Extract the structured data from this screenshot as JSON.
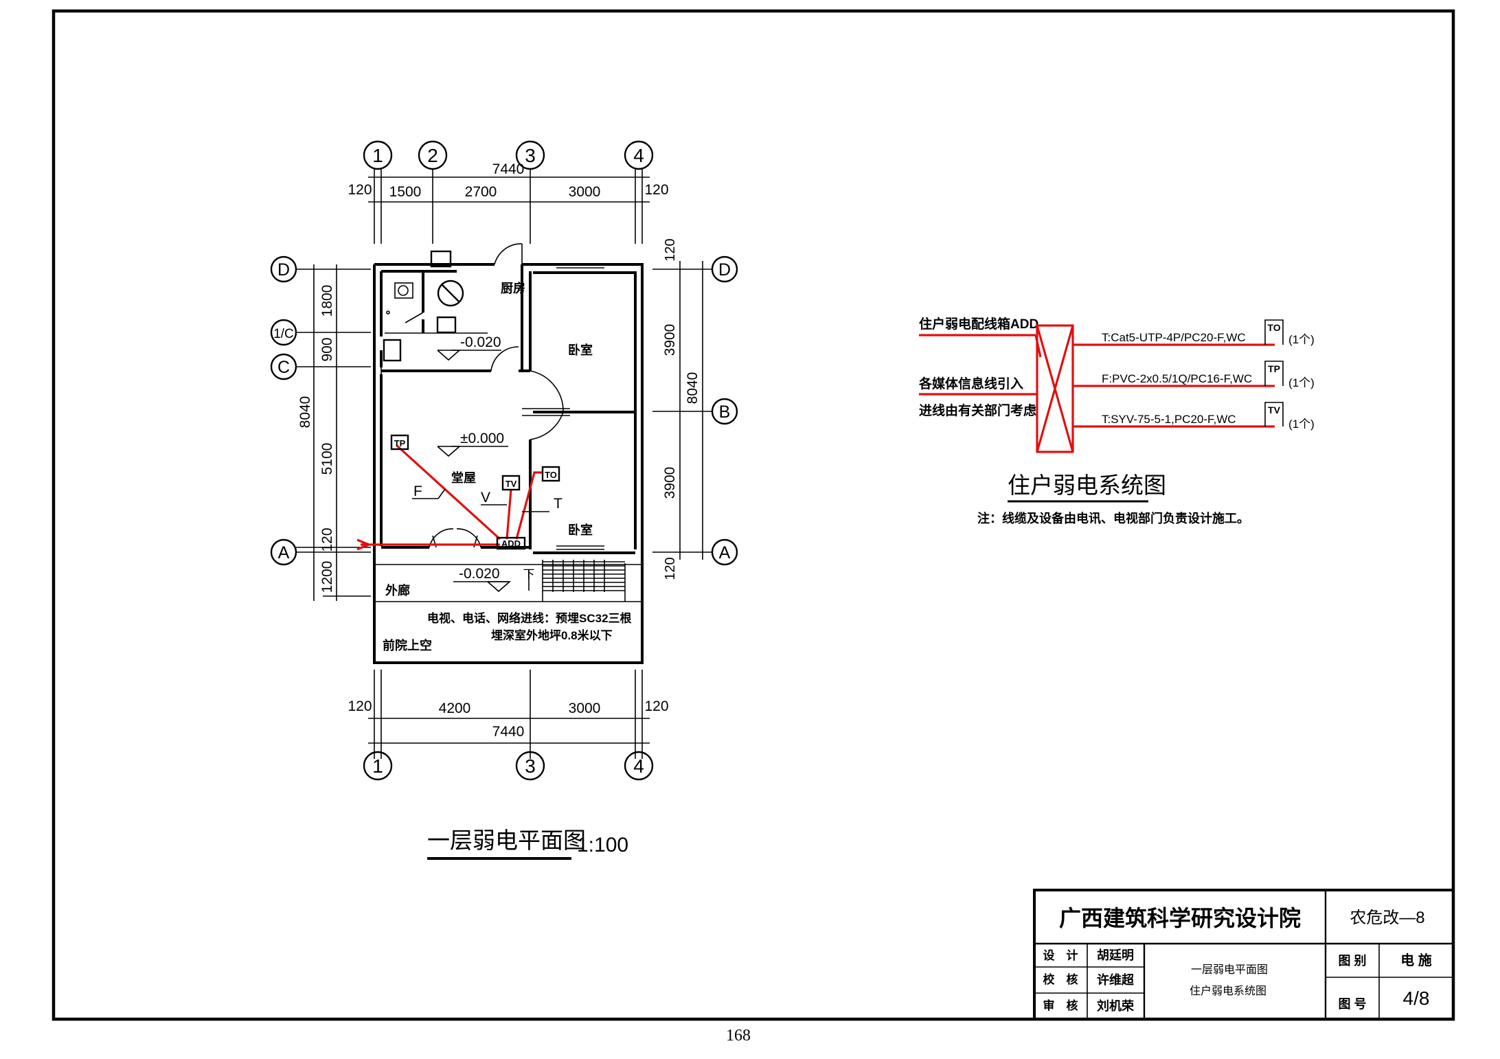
{
  "plan": {
    "axes_top": [
      "1",
      "2",
      "3",
      "4"
    ],
    "axes_bottom": [
      "1",
      "3",
      "4"
    ],
    "axes_left": [
      "D",
      "1/C",
      "C",
      "A"
    ],
    "axes_right": [
      "D",
      "B",
      "A"
    ],
    "dim_top_total": "7440",
    "dim_top_segments": [
      "120",
      "1500",
      "2700",
      "3000",
      "120"
    ],
    "dim_bottom_segments": [
      "120",
      "4200",
      "3000",
      "120"
    ],
    "dim_bottom_total": "7440",
    "dim_left_total": "8040",
    "dim_left_segments": [
      "1800",
      "900",
      "5100",
      "120",
      "1200"
    ],
    "dim_right_total": "8040",
    "dim_right_segments": [
      "120",
      "3900",
      "3900",
      "120"
    ],
    "rooms": {
      "kitchen": "厨房",
      "bedroom_upper": "卧室",
      "bedroom_lower": "卧室",
      "hall": "堂屋",
      "corridor": "外廊",
      "courtyard": "前院上空"
    },
    "levels": {
      "kitchen": "-0.020",
      "hall": "±0.000",
      "corridor": "-0.020"
    },
    "outlets": {
      "tp": "TP",
      "tv": "TV",
      "to": "TO",
      "add": "ADD"
    },
    "line_tags": {
      "f": "F",
      "v": "V",
      "t": "T"
    },
    "stair_mark": "下",
    "note_line1": "电视、电话、网络进线：预埋SC32三根",
    "note_line2": "埋深室外地坪0.8米以下",
    "title": "一层弱电平面图",
    "scale": "1:100"
  },
  "system": {
    "box_label": "住户弱电配线箱ADD",
    "source_label1": "各媒体信息线引入",
    "source_label2": "进线由有关部门考虑",
    "lines": [
      {
        "spec": "T:Cat5-UTP-4P/PC20-F,WC",
        "outlet": "TO",
        "count": "(1个)"
      },
      {
        "spec": "F:PVC-2x0.5/1Q/PC16-F,WC",
        "outlet": "TP",
        "count": "(1个)"
      },
      {
        "spec": "T:SYV-75-5-1,PC20-F,WC",
        "outlet": "TV",
        "count": "(1个)"
      }
    ],
    "title": "住户弱电系统图",
    "note": "注：线缆及设备由电讯、电视部门负责设计施工。"
  },
  "title_block": {
    "institute": "广西建筑科学研究设计院",
    "project": "农危改—8",
    "roles": [
      {
        "role": "设　计",
        "name": "胡廷明"
      },
      {
        "role": "校　核",
        "name": "许维超"
      },
      {
        "role": "审　核",
        "name": "刘机荣"
      }
    ],
    "drawing_names": [
      "一层弱电平面图",
      "住户弱电系统图"
    ],
    "category_label": "图 别",
    "category_value": "电 施",
    "number_label": "图 号",
    "number_value": "4/8"
  },
  "page_number": "168",
  "colors": {
    "wiring": "#e01010",
    "lines": "#000000",
    "background": "#ffffff"
  }
}
